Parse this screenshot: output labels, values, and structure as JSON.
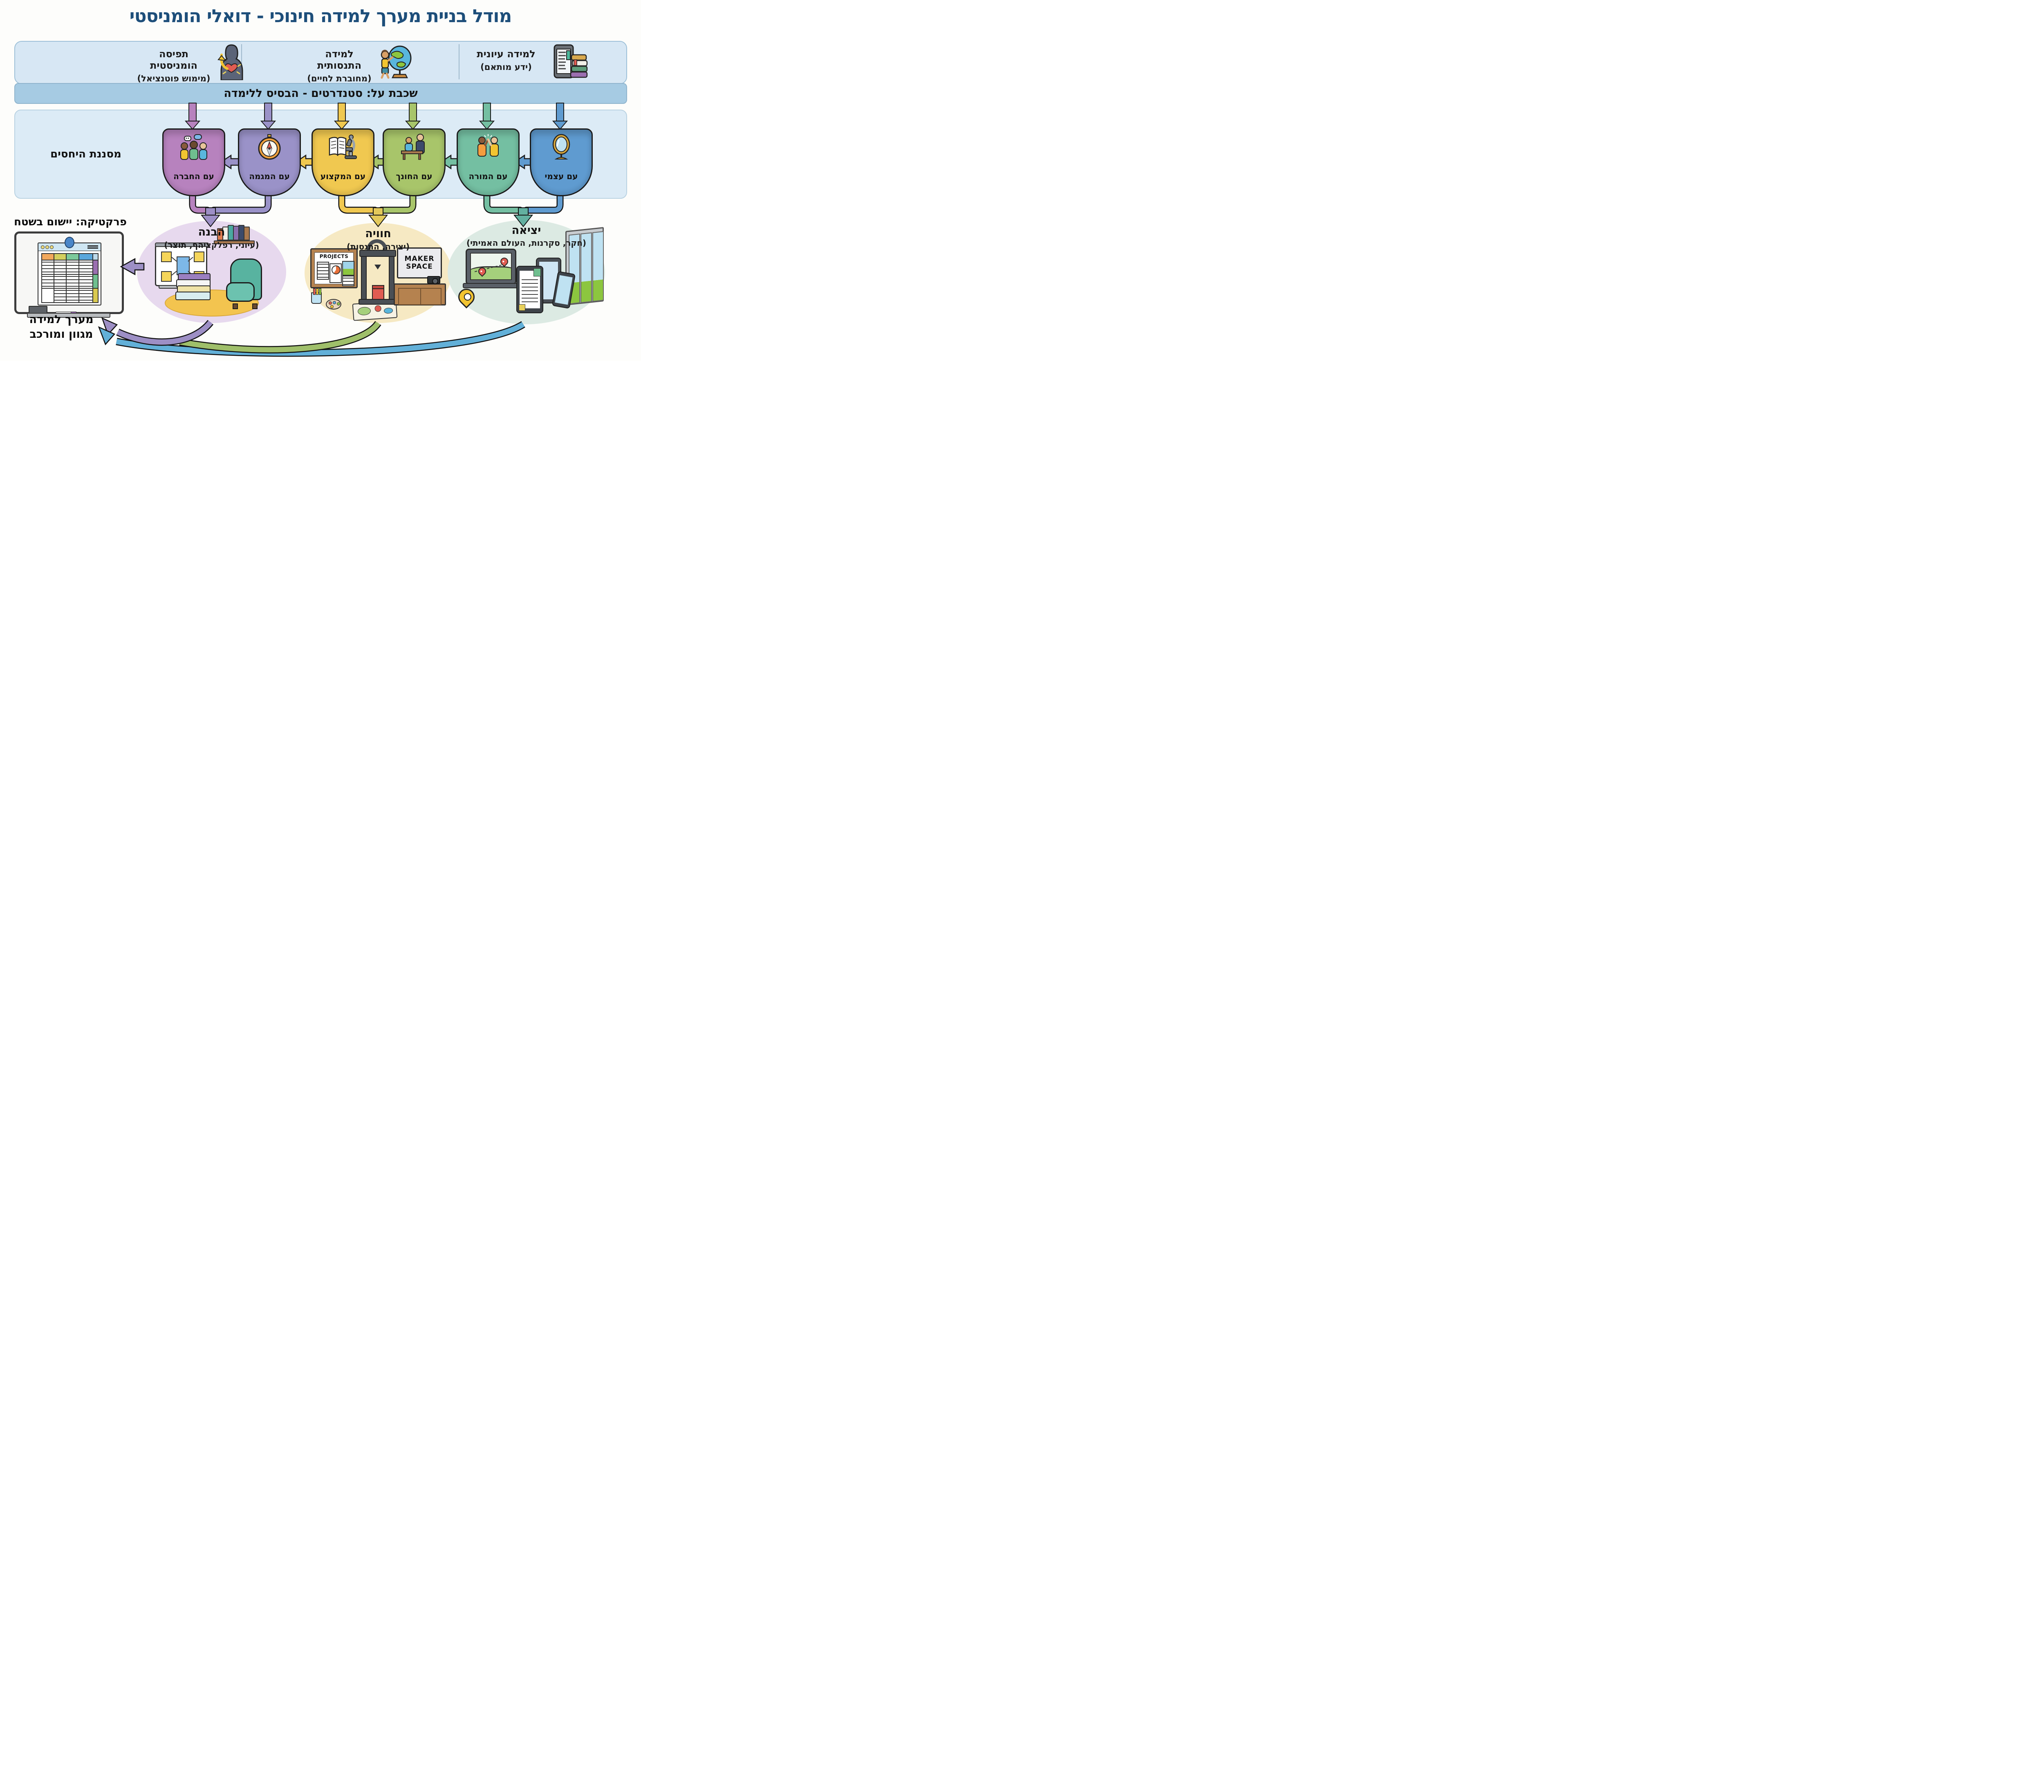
{
  "title": "מודל בניית מערך למידה חינוכי - דואלי הומניסטי",
  "top_band": {
    "sections": [
      {
        "title": "למידה עיונית",
        "subtitle": "(ידע מותאם)",
        "icon": "tablet-books-icon"
      },
      {
        "title": "למידה התנסותית",
        "subtitle": "(מחוברת לחיים)",
        "icon": "child-globe-icon"
      },
      {
        "title": "תפיסה הומניסטית",
        "subtitle": "(מימוש פוטנציאל)",
        "icon": "person-potential-icon"
      }
    ]
  },
  "standards_band": {
    "label": "שכבת על: סטנדרטים - הבסיס ללימדה"
  },
  "filter_panel": {
    "label": "מסננת היחסים",
    "cylinders": [
      {
        "label": "עם החברה",
        "color": "#b782be",
        "icon": "group-talk-icon"
      },
      {
        "label": "עם המגמה",
        "color": "#9a92c8",
        "icon": "compass-icon"
      },
      {
        "label": "עם המקצוע",
        "color": "#f0c850",
        "icon": "book-microscope-icon"
      },
      {
        "label": "עם החונך",
        "color": "#a8c56a",
        "icon": "mentor-desk-icon"
      },
      {
        "label": "עם המורה",
        "color": "#74bfa2",
        "icon": "highfive-icon"
      },
      {
        "label": "עם עצמי",
        "color": "#5f9bd0",
        "icon": "mirror-icon"
      }
    ]
  },
  "practice": {
    "label": "פרקטיקה: יישום בשטח",
    "zones": [
      {
        "title": "הבנה",
        "subtitle": "(עיוני, רפלקציהף, תוצר)",
        "color": "#e7d9ee"
      },
      {
        "title": "חוויה",
        "subtitle": "(יצירה, התנסות)",
        "color": "#f6e9c3",
        "projects_sign": "PROJECTS",
        "maker_sign_line1": "MAKER",
        "maker_sign_line2": "SPACE"
      },
      {
        "title": "יציאה",
        "subtitle": "(חקר, סקרנות, העולם האמיתי)",
        "color": "#dceae3"
      }
    ]
  },
  "outcome": {
    "line1": "מערך למידה",
    "line2": "מגוון ומורכב"
  }
}
